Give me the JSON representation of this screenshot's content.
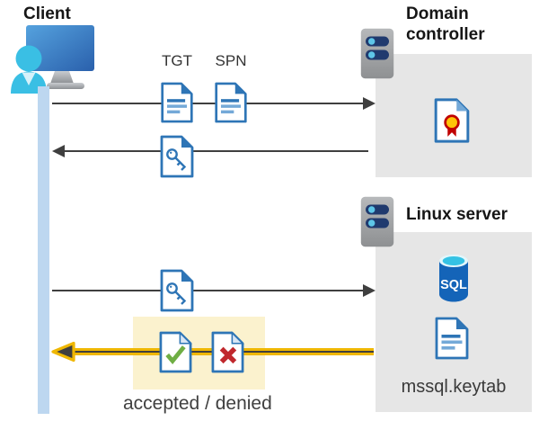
{
  "diagram": {
    "client": {
      "label": "Client"
    },
    "domain_controller": {
      "label": "Domain controller"
    },
    "linux_server": {
      "label": "Linux server"
    },
    "tickets": {
      "tgt": "TGT",
      "spn": "SPN"
    },
    "keytab": {
      "label": "mssql.keytab"
    },
    "result": {
      "label": "accepted / denied"
    },
    "sql_icon": {
      "label": "SQL"
    },
    "colors": {
      "doc_blue": "#2e75b6",
      "doc_blue_light": "#74a9d8",
      "box_gray": "#e6e6e6",
      "lifeline_blue": "#bdd7f0",
      "arrow_gray": "#3f3f3f",
      "highlight_yellow": "#efb700",
      "highlight_box_yellow": "#fbf2ce",
      "accept_green": "#6fae44",
      "deny_red": "#c0282d",
      "cert_gold": "#ffc408",
      "cert_red": "#c00000",
      "sql_body_blue": "#1464b8",
      "sql_top_cyan": "#35c2e4",
      "person_cyan": "#3abfe4"
    }
  }
}
